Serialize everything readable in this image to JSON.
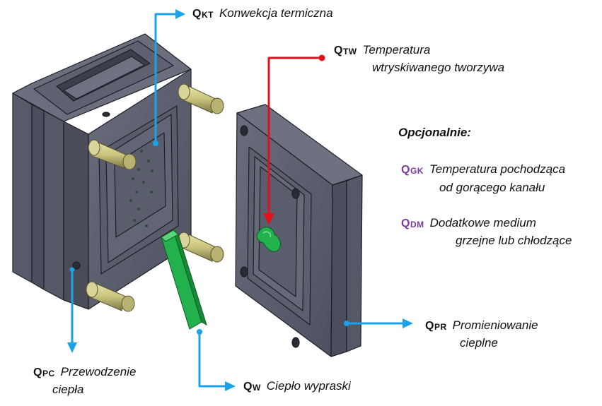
{
  "colors": {
    "blue_arrow": "#1aa3e8",
    "red_arrow": "#e3101a",
    "mold_plate": "#5c5f6e",
    "mold_edge": "#2a2b33",
    "pin": "#c9c47e",
    "green_bar": "#22b14c",
    "purple_text": "#7a3a99"
  },
  "labels": {
    "qkt": {
      "sym": "Q",
      "sub": "KT",
      "desc": "Konwekcja termiczna"
    },
    "qtw": {
      "sym": "Q",
      "sub": "TW",
      "desc": "Temperatura",
      "desc2": "wtryskiwanego tworzywa"
    },
    "optional": "Opcjonalnie:",
    "qgk": {
      "sym": "Q",
      "sub": "GK",
      "desc": "Temperatura pochodząca",
      "desc2": "od gorącego kanału"
    },
    "qdm": {
      "sym": "Q",
      "sub": "DM",
      "desc": "Dodatkowe medium",
      "desc2": "grzejne lub chłodzące"
    },
    "qpr": {
      "sym": "Q",
      "sub": "PR",
      "desc": "Promieniowanie",
      "desc2": "cieplne"
    },
    "qpc": {
      "sym": "Q",
      "sub": "PC",
      "desc": "Przewodzenie",
      "desc2": "ciepła"
    },
    "qw": {
      "sym": "Q",
      "sub": "W",
      "desc": "Ciepło wypraski"
    }
  }
}
